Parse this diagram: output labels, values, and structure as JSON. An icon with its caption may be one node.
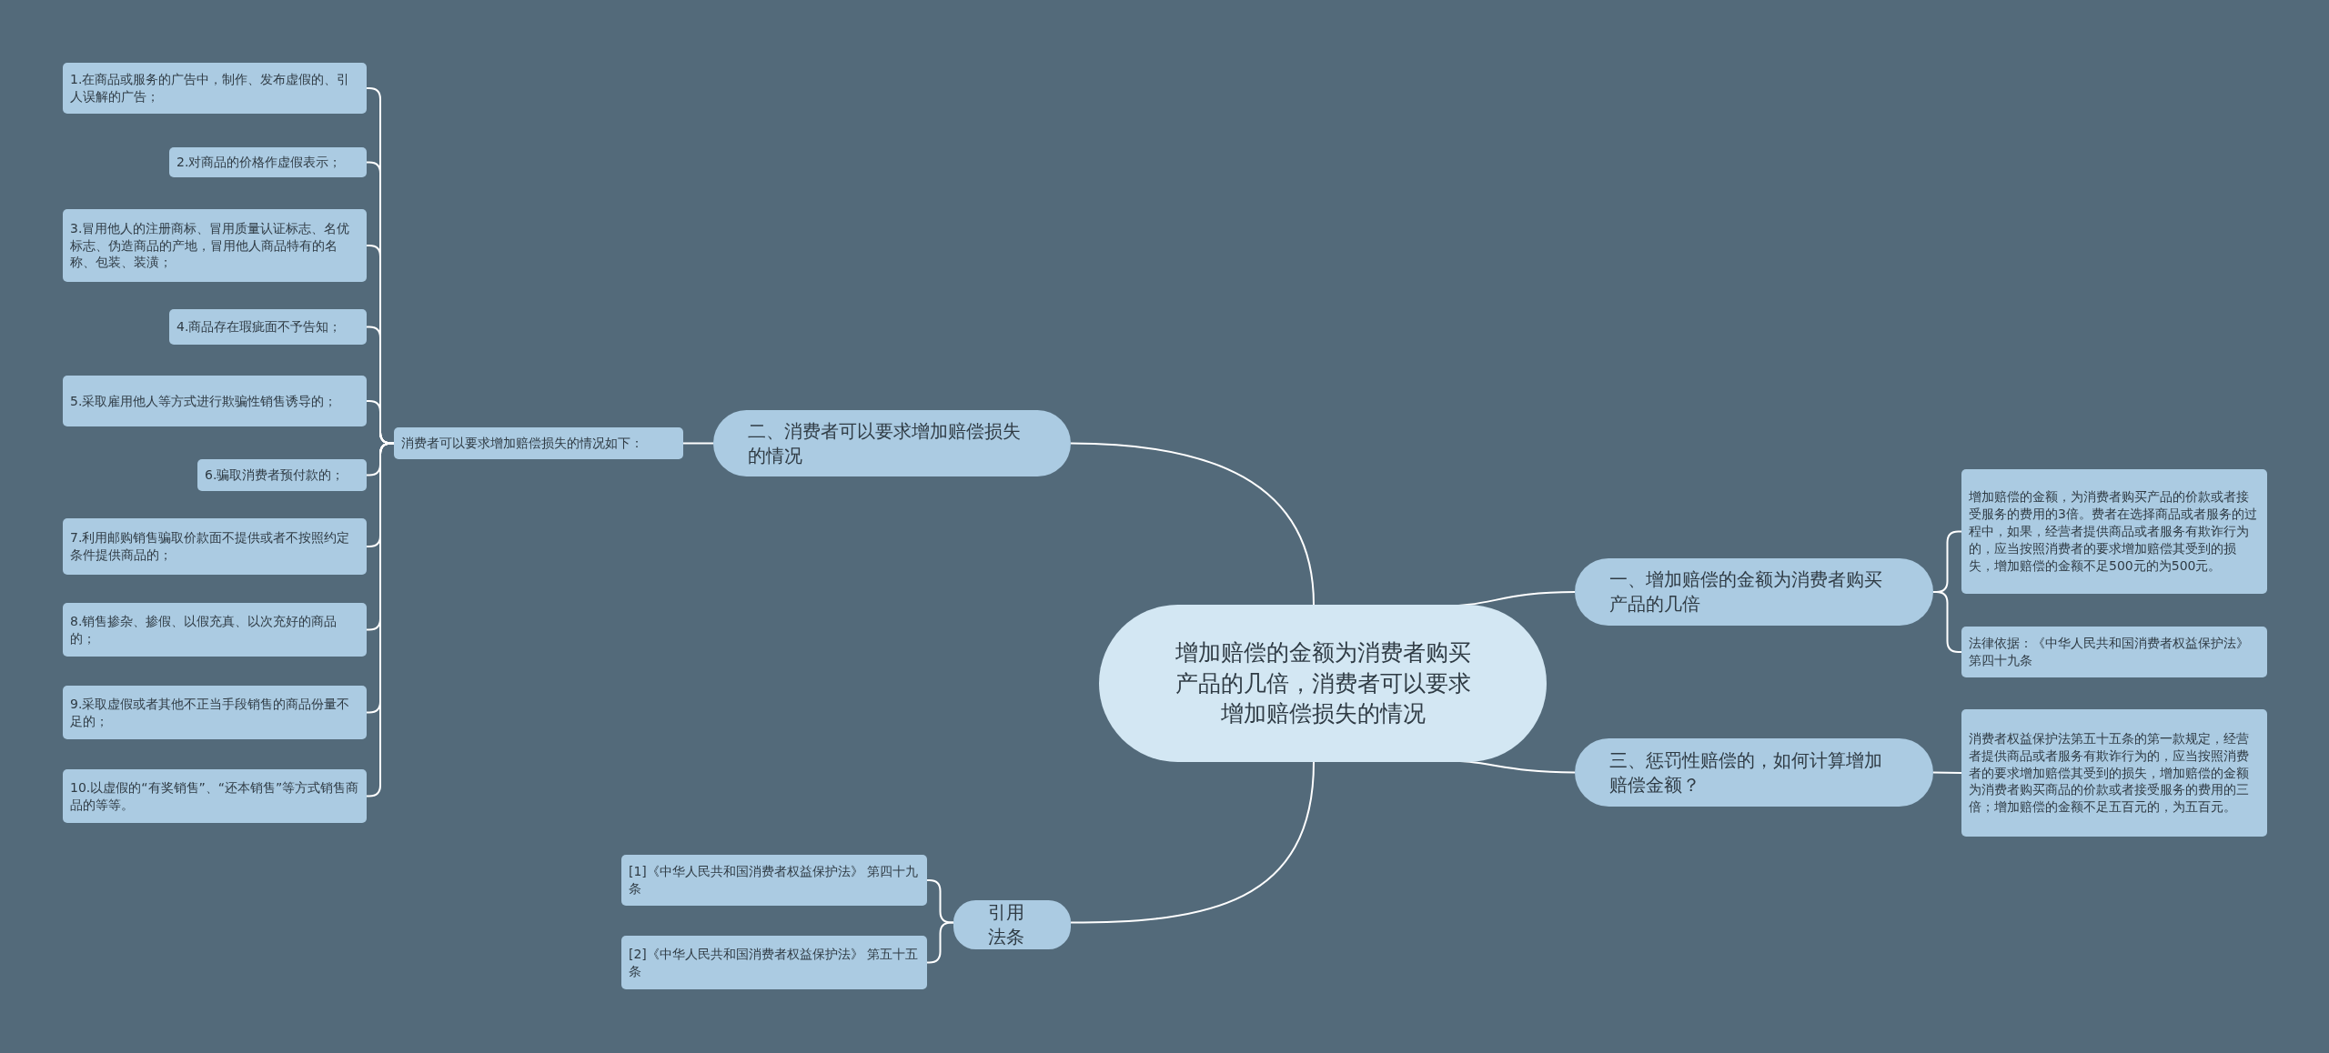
{
  "diagram": {
    "nodes": [
      {
        "text": [
          "增加赔偿的金额为消费者购买产品的几倍，消费者可以要求增加赔偿损失的情况"
        ]
      },
      {
        "text": [
          "二、消费者可以要求增加赔偿损失的情况"
        ]
      },
      {
        "text": [
          "消费者可以要求增加赔偿损失的情况如下："
        ]
      },
      {
        "text": [
          "1.在商品或服务的广告中，制作、发布虚假的、引人误解的广告；"
        ]
      },
      {
        "text": [
          "2.对商品的价格作虚假表示；"
        ]
      },
      {
        "text": [
          "3.冒用他人的注册商标、冒用质量认证标志、名优标志、伪造商品的产地，冒用他人商品特有的名称、包装、装潢；"
        ]
      },
      {
        "text": [
          "4.商品存在瑕疵面不予告知；"
        ]
      },
      {
        "text": [
          "5.采取雇用他人等方式进行欺骗性销售诱导的；"
        ]
      },
      {
        "text": [
          "6.骗取消费者预付款的；"
        ]
      },
      {
        "text": [
          "7.利用邮购销售骗取价款面不提供或者不按照约定条件提供商品的；"
        ]
      },
      {
        "text": [
          "8.销售掺杂、掺假、以假充真、以次充好的商品的；"
        ]
      },
      {
        "text": [
          "9.采取虚假或者其他不正当手段销售的商品份量不足的；"
        ]
      },
      {
        "text": [
          "10.以虚假的“有奖销售”、“还本销售”等方式销售商品的等等。"
        ]
      },
      {
        "text": [
          "一、增加赔偿的金额为消费者购买产品的几倍"
        ]
      },
      {
        "text": [
          "增加赔偿的金额，为消费者购买产品的价款或者接受服务的费用的3倍。费者在选择商品或者服务的过程中，如果，经营者提供商品或者服务有欺诈行为的，应当按照消费者的要求增加赔偿其受到的损失，增加赔偿的金额不足500元的为500元。"
        ]
      },
      {
        "text": [
          "法律依据：《中华人民共和国消费者权益保护法》第四十九条"
        ]
      },
      {
        "text": [
          "三、惩罚性赔偿的，如何计算增加赔偿金额？"
        ]
      },
      {
        "text": [
          "消费者权益保护法第五十五条的第一款规定，经营者提供商品或者服务有欺诈行为的，应当按照消费者的要求增加赔偿其受到的损失，增加赔偿的金额为消费者购买商品的价款或者接受服务的费用的三倍；增加赔偿的金额不足五百元的，为五百元。"
        ]
      },
      {
        "text": [
          "引用法条"
        ]
      },
      {
        "text": [
          "[1]《中华人民共和国消费者权益保护法》 第四十九条"
        ]
      },
      {
        "text": [
          "[2]《中华人民共和国消费者权益保护法》 第五十五条"
        ]
      }
    ],
    "edges": [
      {
        "from": 0,
        "to": 1,
        "arrow": "none"
      },
      {
        "from": 1,
        "to": 2,
        "arrow": "none"
      },
      {
        "from": 2,
        "to": 3,
        "arrow": "none"
      },
      {
        "from": 2,
        "to": 4,
        "arrow": "none"
      },
      {
        "from": 2,
        "to": 5,
        "arrow": "none"
      },
      {
        "from": 2,
        "to": 6,
        "arrow": "none"
      },
      {
        "from": 2,
        "to": 7,
        "arrow": "none"
      },
      {
        "from": 2,
        "to": 8,
        "arrow": "none"
      },
      {
        "from": 2,
        "to": 9,
        "arrow": "none"
      },
      {
        "from": 2,
        "to": 10,
        "arrow": "none"
      },
      {
        "from": 2,
        "to": 11,
        "arrow": "none"
      },
      {
        "from": 2,
        "to": 12,
        "arrow": "none"
      },
      {
        "from": 0,
        "to": 13,
        "arrow": "none"
      },
      {
        "from": 13,
        "to": 14,
        "arrow": "none"
      },
      {
        "from": 13,
        "to": 15,
        "arrow": "none"
      },
      {
        "from": 0,
        "to": 16,
        "arrow": "none"
      },
      {
        "from": 16,
        "to": 17,
        "arrow": "none"
      },
      {
        "from": 0,
        "to": 18,
        "arrow": "none"
      },
      {
        "from": 18,
        "to": 19,
        "arrow": "none"
      },
      {
        "from": 18,
        "to": 20,
        "arrow": "none"
      }
    ]
  }
}
